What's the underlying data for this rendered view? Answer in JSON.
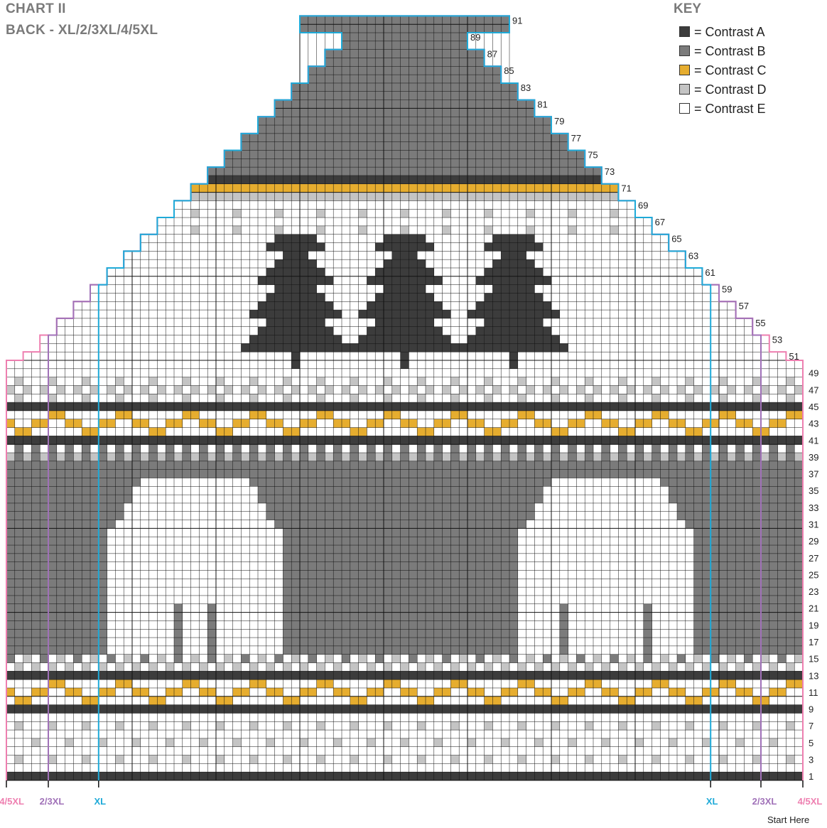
{
  "title": {
    "line1": "CHART II",
    "line2": "BACK - XL/2/3XL/4/5XL"
  },
  "key": {
    "title": "KEY",
    "items": [
      {
        "label": "= Contrast A",
        "color": "#3c3c3c"
      },
      {
        "label": "= Contrast B",
        "color": "#7b7b7b"
      },
      {
        "label": "= Contrast C",
        "color": "#e6ad2f"
      },
      {
        "label": "= Contrast D",
        "color": "#c4c4c4"
      },
      {
        "label": "= Contrast E",
        "color": "#ffffff"
      }
    ]
  },
  "right_row_labels": [
    "1",
    "3",
    "5",
    "7",
    "9",
    "11",
    "13",
    "15",
    "17",
    "19",
    "21",
    "23",
    "25",
    "27",
    "29",
    "31",
    "33",
    "35",
    "37",
    "39",
    "41",
    "43",
    "45",
    "47",
    "49"
  ],
  "stair_row_labels": [
    "51",
    "53",
    "55",
    "57",
    "59",
    "61",
    "63",
    "65",
    "67",
    "69",
    "71",
    "73",
    "75",
    "77",
    "79",
    "81",
    "83",
    "85",
    "87",
    "89",
    "91"
  ],
  "size_labels": {
    "left_45xl": "4/5XL",
    "left_23xl": "2/3XL",
    "left_xl": "XL",
    "right_xl": "XL",
    "right_23xl": "2/3XL",
    "right_45xl": "4/5XL"
  },
  "size_colors": {
    "xl": "#1eaad8",
    "s23xl": "#a071b8",
    "s45xl": "#ee7fb0"
  },
  "start_here": "Start Here",
  "grid": {
    "stitches": 95,
    "rows": 91
  }
}
